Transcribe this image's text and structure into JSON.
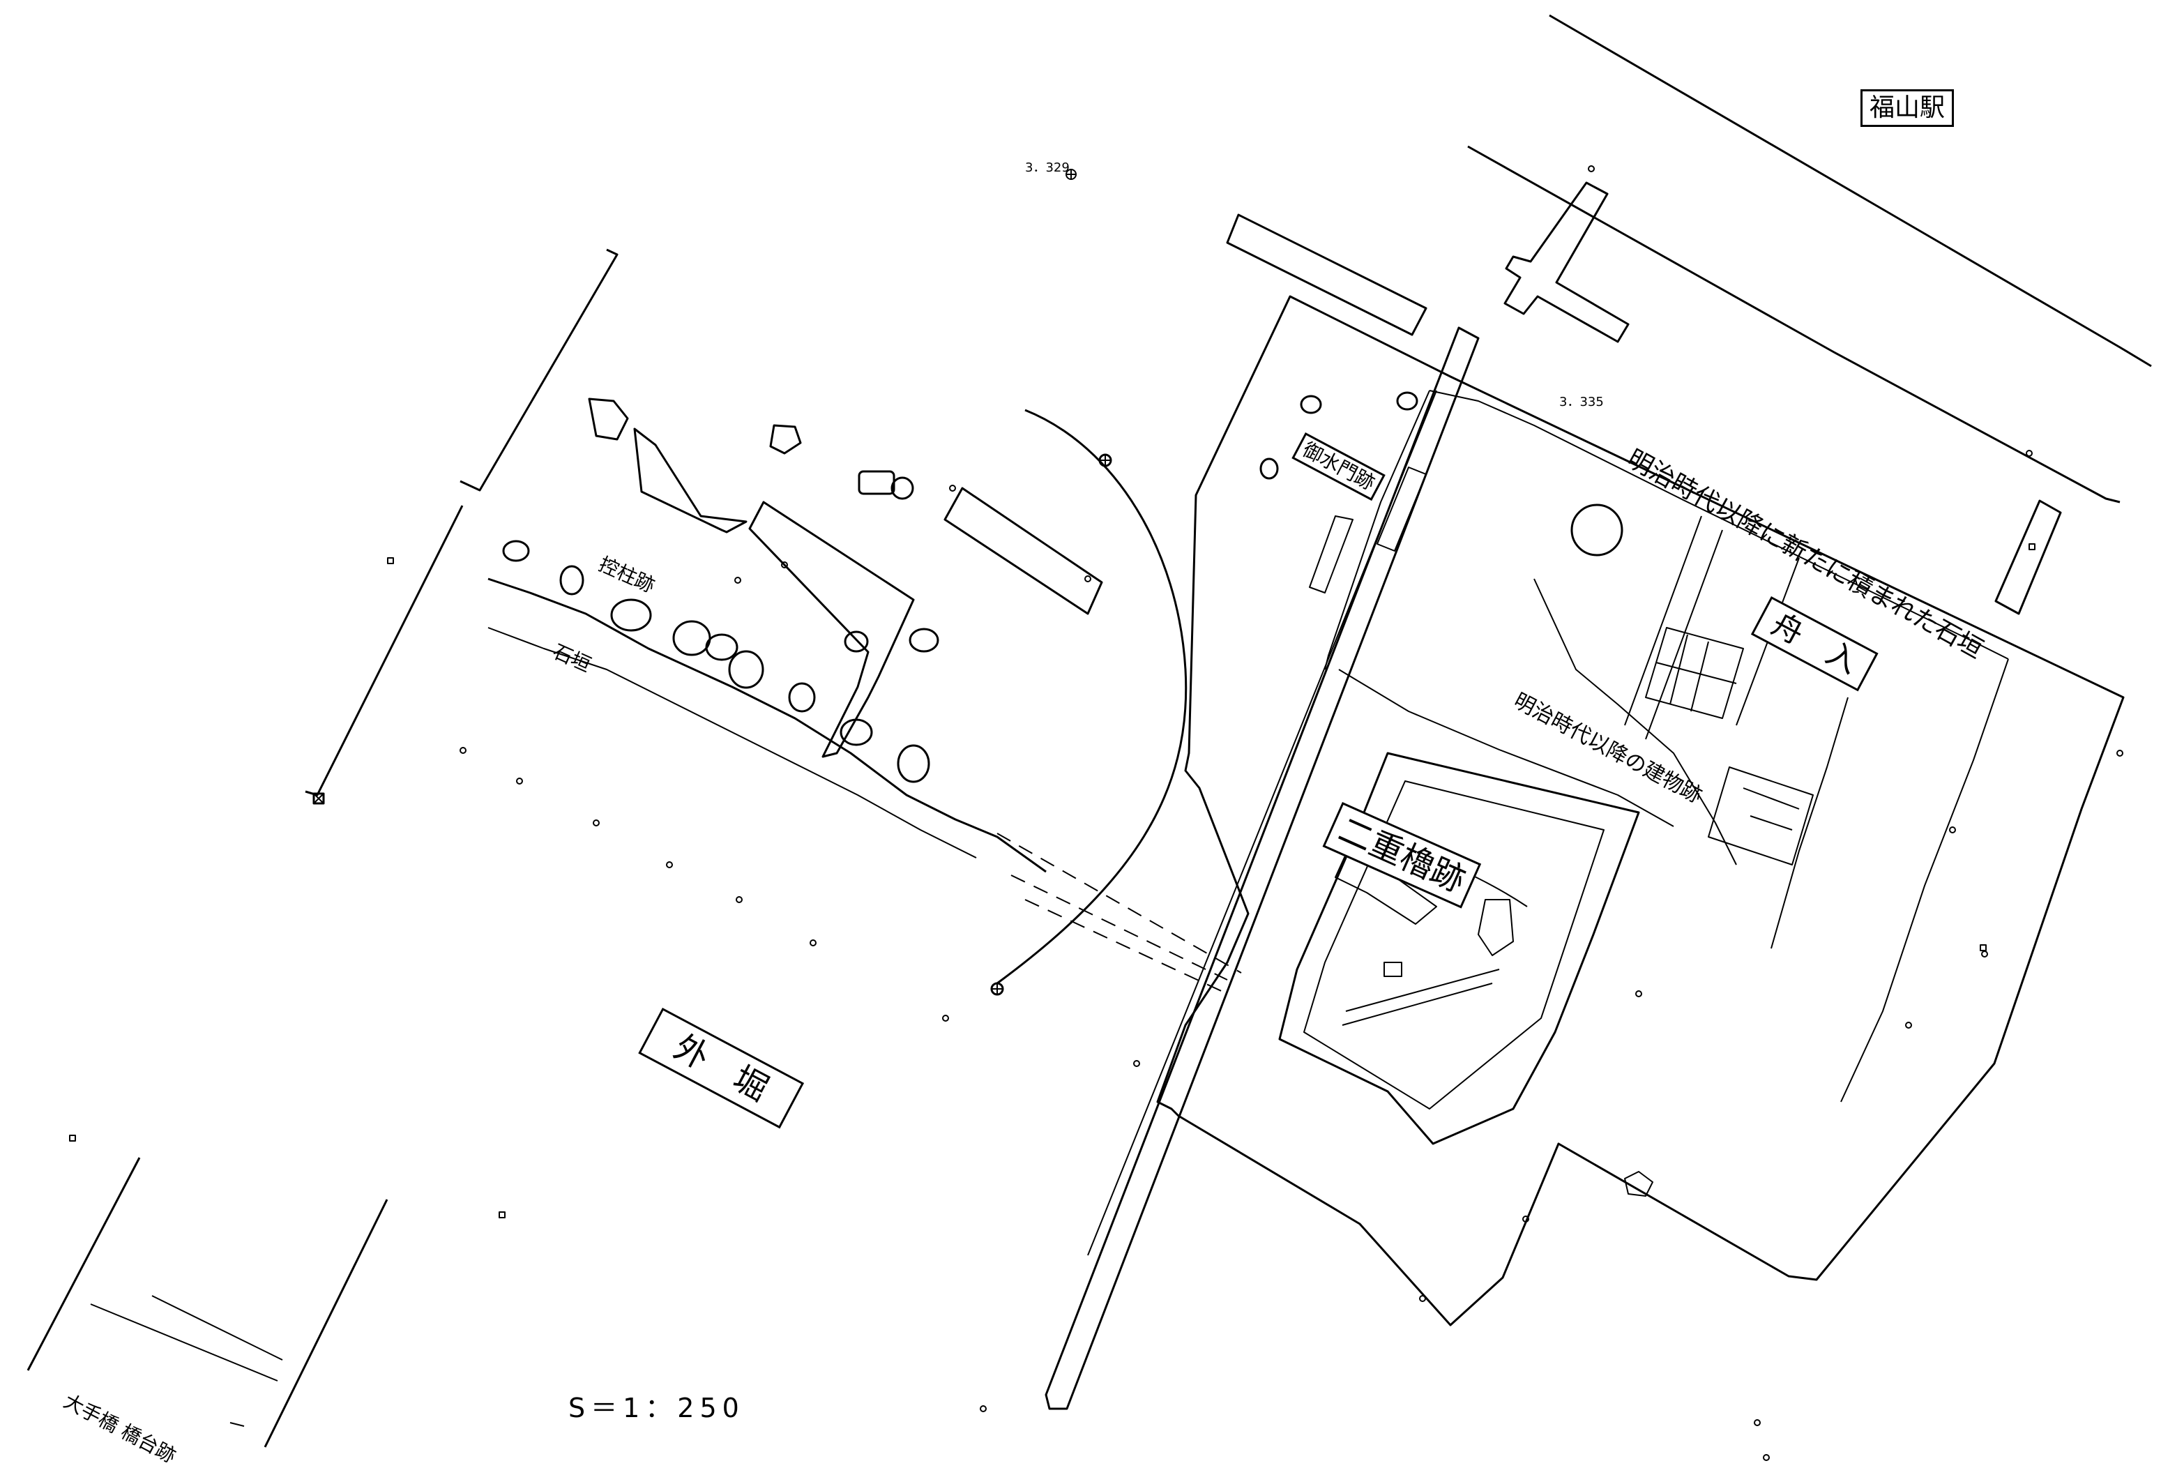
{
  "labels": {
    "station": "福山駅",
    "ryo_3329": "3．329",
    "ryo_3335": "3．335",
    "ogomizumon": "御水門跡",
    "meiji_ishigaki": "明治時代以降に新たに積まれた石垣",
    "funairi": "舟　入",
    "meiji_building": "明治時代以降の建物跡",
    "hikaebashira": "控柱跡",
    "ishigaki": "石垣",
    "nijuu_yagura": "二重櫓跡",
    "sotobori": "外　堀",
    "ootebashi": "大手橋 橋台跡",
    "scale": "S＝1：250"
  },
  "colors": {
    "line": "#000000",
    "paper": "#ffffff"
  }
}
